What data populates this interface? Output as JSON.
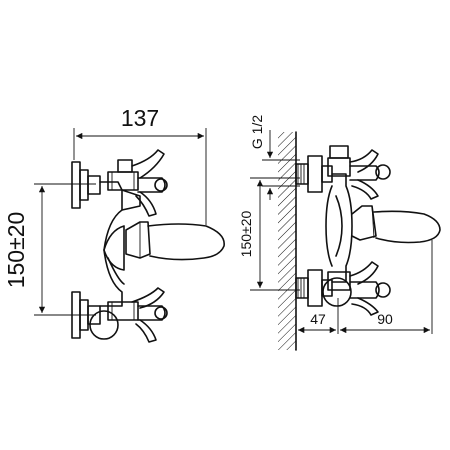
{
  "front_view": {
    "width_label": "137",
    "height_label": "150±20"
  },
  "side_view": {
    "thread_label": "G 1/2",
    "height_label": "150±20",
    "wall_offset_label": "47",
    "spout_label": "90"
  }
}
